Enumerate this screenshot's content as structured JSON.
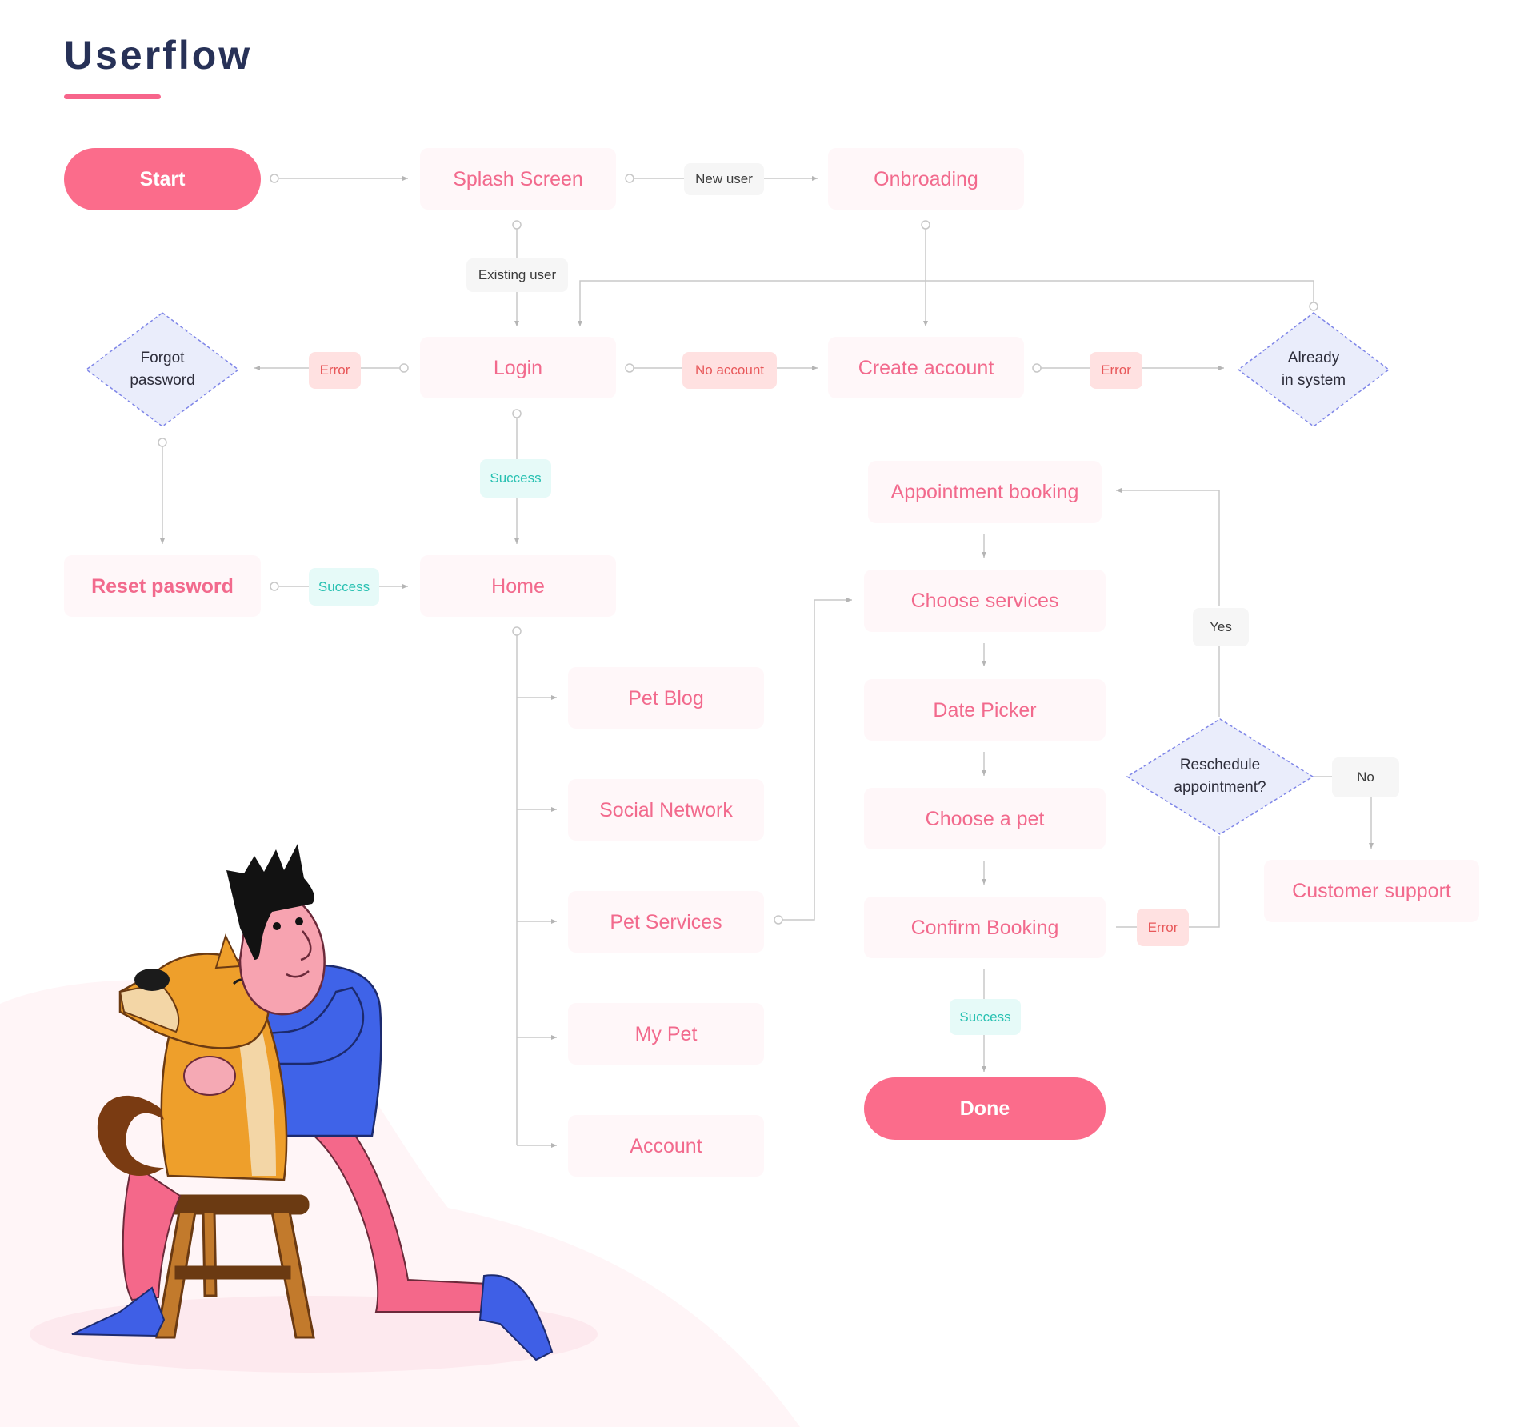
{
  "title": "Userflow",
  "colors": {
    "title": "#273157",
    "accent": "#f7658b",
    "node_bg": "#fff7f9",
    "node_text": "#f26a8d",
    "decision_bg": "#eaedfb",
    "decision_border": "#7f86e8",
    "connector": "#c5c5c5",
    "error_bg": "#ffe1e1",
    "error_text": "#e8585a",
    "success_bg": "#e6faf8",
    "success_text": "#29c1b2"
  },
  "nodes": {
    "start": "Start",
    "splash_screen": "Splash Screen",
    "onboarding": "Onbroading",
    "login": "Login",
    "create_account": "Create account",
    "forgot_password": "Forgot\npassword",
    "already_in_system": "Already\nin system",
    "reset_password": "Reset pasword",
    "home": "Home",
    "pet_blog": "Pet Blog",
    "social_network": "Social Network",
    "pet_services": "Pet Services",
    "my_pet": "My Pet",
    "account": "Account",
    "appointment_booking": "Appointment booking",
    "choose_services": "Choose services",
    "date_picker": "Date Picker",
    "choose_a_pet": "Choose a pet",
    "confirm_booking": "Confirm Booking",
    "done": "Done",
    "reschedule_appointment": "Reschedule\nappointment?",
    "customer_support": "Customer support"
  },
  "edge_labels": {
    "new_user": "New user",
    "existing_user": "Existing user",
    "login_error": "Error",
    "no_account": "No account",
    "create_account_error": "Error",
    "login_success": "Success",
    "reset_success": "Success",
    "yes": "Yes",
    "no": "No",
    "confirm_error": "Error",
    "confirm_success": "Success"
  },
  "illustration": "man-hugging-dog-on-stool"
}
